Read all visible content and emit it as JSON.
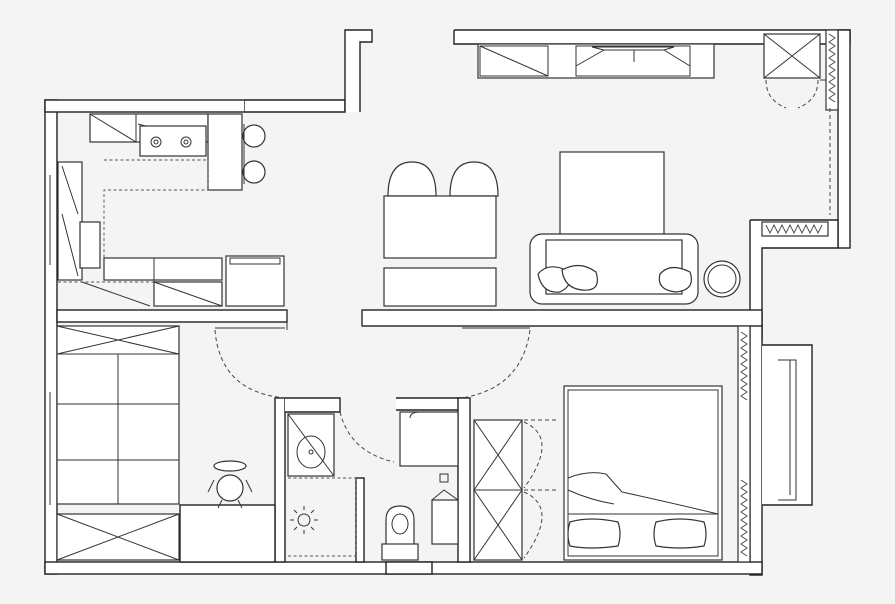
{
  "plan": {
    "background": "#f4f4f4",
    "wall_color": "#222222",
    "fill_color": "#ffffff",
    "rooms": [
      "kitchen",
      "living-dining",
      "study",
      "bathroom",
      "bedroom",
      "balcony"
    ]
  }
}
